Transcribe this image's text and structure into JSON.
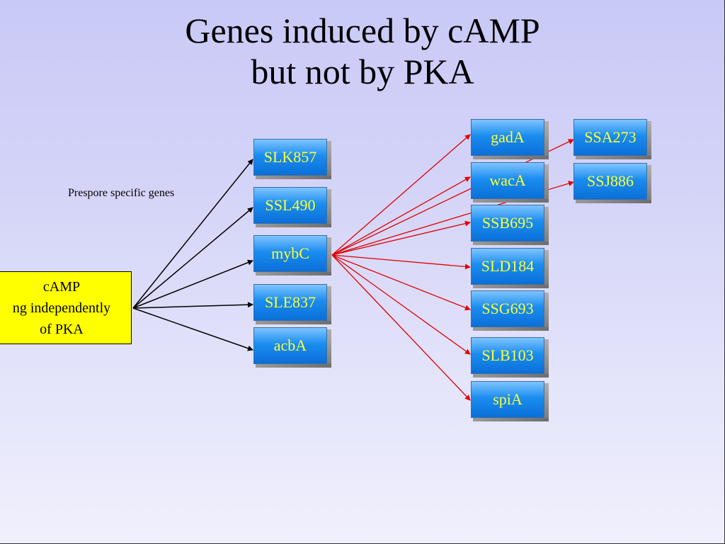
{
  "title": {
    "line1": "Genes induced by cAMP",
    "line2": "but not by PKA"
  },
  "note": "Prespore specific genes",
  "source": {
    "line1": "cAMP",
    "line2": "ng independently",
    "line3": "of PKA"
  },
  "genes": {
    "slk857": "SLK857",
    "ssl490": "SSL490",
    "mybc": "mybC",
    "sle837": "SLE837",
    "acba": "acbA",
    "gada": "gadA",
    "waca": "wacA",
    "ssb695": "SSB695",
    "sld184": "SLD184",
    "ssg693": "SSG693",
    "slb103": "SLB103",
    "spia": "spiA",
    "ssa273": "SSA273",
    "ssj886": "SSJ886"
  },
  "colors": {
    "source_fill": "#ffff00",
    "gene_text": "#ffff33",
    "red_arrow": "#e00000",
    "black_arrow": "#000000"
  }
}
